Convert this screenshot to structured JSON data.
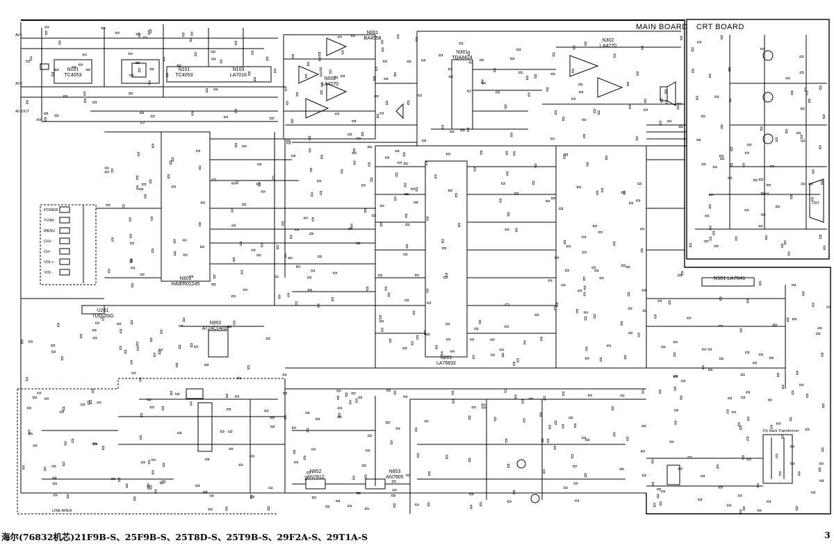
{
  "boards": {
    "main": "MAIN BOARD",
    "crt": "CRT BOARD"
  },
  "ics": {
    "n101a": {
      "ref": "N101",
      "part": "TC4053"
    },
    "n101b": {
      "ref": "N101",
      "part": "TC4053"
    },
    "n103": {
      "ref": "N103",
      "part": "LA7016"
    },
    "n001": {
      "ref": "N001",
      "part": "BA4558"
    },
    "n002": {
      "ref": "N002",
      "part": "LA4270"
    },
    "n301": {
      "ref": "N301",
      "part": "TDA8424"
    },
    "n302": {
      "ref": "N302",
      "part": "LA4270"
    },
    "n901": {
      "ref": "N901",
      "part": "HAIER01245"
    },
    "n902": {
      "ref": "N902",
      "part": "AT24C04/08"
    },
    "n201": {
      "ref": "N201",
      "part": "LA76832"
    },
    "n501": {
      "ref": "N501",
      "part": "LA7841"
    },
    "u201": {
      "ref": "U201",
      "part": "TDQ-3SG"
    },
    "n852": {
      "ref": "N852",
      "part": "AN7812"
    },
    "n853": {
      "ref": "N853",
      "part": "AN7805"
    }
  },
  "keys": [
    "POWER",
    "TV/AV",
    "MENU",
    "CH+",
    "CH-",
    "VOL+",
    "VOL-"
  ],
  "labels": {
    "av1": "AV1",
    "av2": "AV2",
    "av_out": "AV OUT",
    "crt": "CRT",
    "fbt": "Fly back Transformer",
    "line_area": "LINE AREA"
  },
  "footer": "海尔(76832机芯)21F9B-S、25F9B-S、25T8D-S、25T9B-S、29F2A-S、29T1A-S",
  "page_number": "3"
}
